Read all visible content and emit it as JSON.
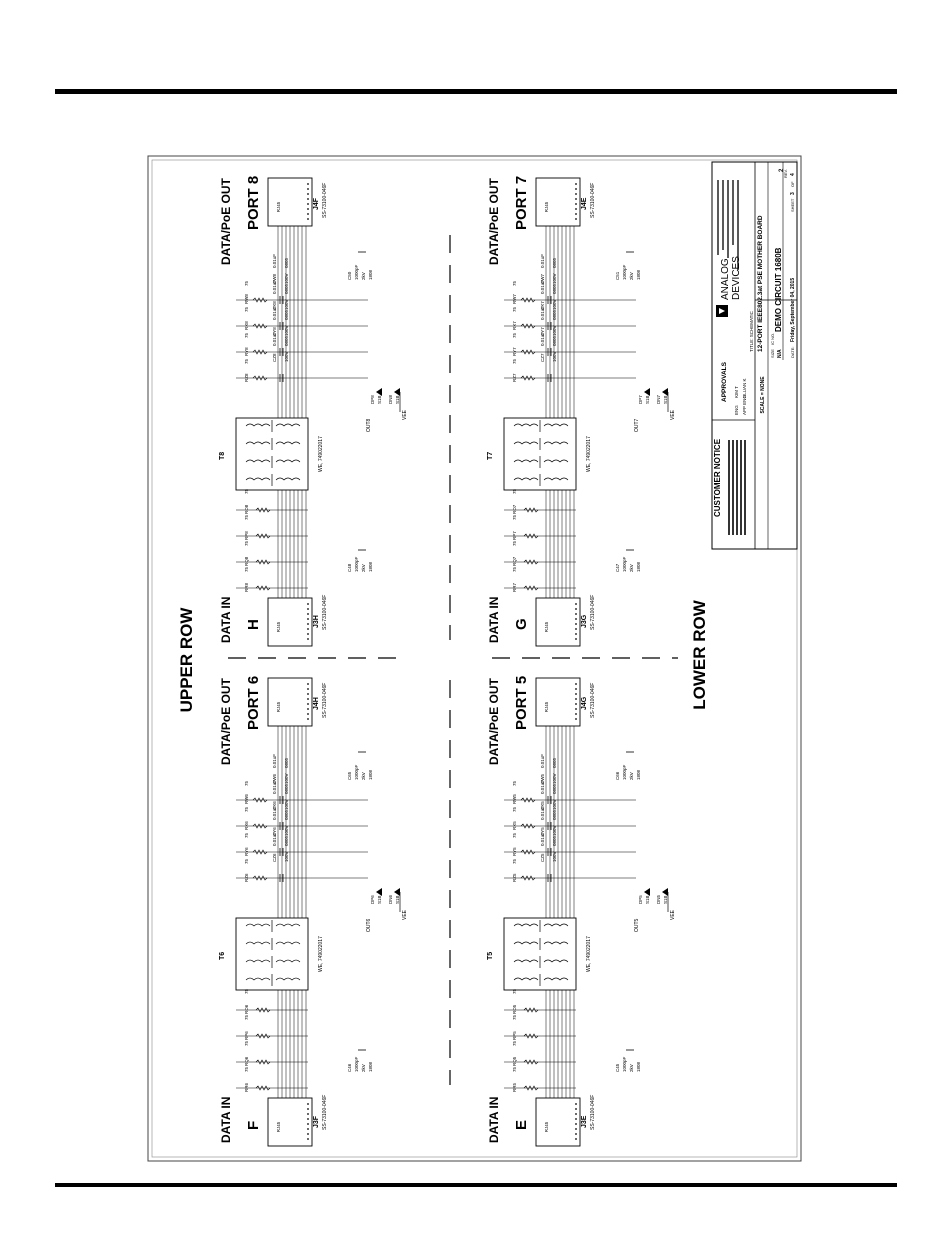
{
  "rows": {
    "upper": "UPPER ROW",
    "lower": "LOWER ROW"
  },
  "ports": [
    {
      "id": "p8",
      "port_label": "PORT 8",
      "connector": "J4F",
      "transformer": "T8",
      "input_label": "H",
      "input_connector": "J3H",
      "cap_top": "C50",
      "cap_bottom": "C48",
      "out_net": "OUT8",
      "diode_a": "DP8",
      "diode_b": "DN8",
      "term_r": [
        "RW8",
        "RX8",
        "RY8",
        "RZ8"
      ],
      "term_c": [
        "CW8",
        "CX8",
        "CY8",
        "CZ8"
      ],
      "in_r": [
        "RO8",
        "RP8",
        "RQ8",
        "RR8"
      ]
    },
    {
      "id": "p6",
      "port_label": "PORT 6",
      "connector": "J4H",
      "transformer": "T6",
      "input_label": "F",
      "input_connector": "J3F",
      "cap_top": "C65",
      "cap_bottom": "C46",
      "out_net": "OUT6",
      "diode_a": "DP6",
      "diode_b": "DN6",
      "term_r": [
        "RW6",
        "RX6",
        "RY6",
        "RZ6"
      ],
      "term_c": [
        "CW6",
        "CX6",
        "CY6",
        "CZ6"
      ],
      "in_r": [
        "RO6",
        "RP6",
        "RQ6",
        "RR6"
      ]
    },
    {
      "id": "p7",
      "port_label": "PORT 7",
      "connector": "J4E",
      "transformer": "T7",
      "input_label": "G",
      "input_connector": "J3G",
      "cap_top": "C51",
      "cap_bottom": "C47",
      "out_net": "OUT7",
      "diode_a": "DP7",
      "diode_b": "DN7",
      "term_r": [
        "RW7",
        "RX7",
        "RY7",
        "RZ7"
      ],
      "term_c": [
        "CW7",
        "CX7",
        "CY7",
        "CZ7"
      ],
      "in_r": [
        "RO7",
        "RP7",
        "RQ7",
        "RR7"
      ]
    },
    {
      "id": "p5",
      "port_label": "PORT 5",
      "connector": "J4G",
      "transformer": "T5",
      "input_label": "E",
      "input_connector": "J3E",
      "cap_top": "C66",
      "cap_bottom": "C45",
      "out_net": "OUT5",
      "diode_a": "DP5",
      "diode_b": "DN5",
      "term_r": [
        "RW5",
        "RX5",
        "RY5",
        "RZ5"
      ],
      "term_c": [
        "CW5",
        "CX5",
        "CY5",
        "CZ5"
      ],
      "in_r": [
        "RO5",
        "RP5",
        "RQ5",
        "RR5"
      ]
    }
  ],
  "common": {
    "data_poe_out": "DATA/PoE OUT",
    "data_in": "DATA IN",
    "rj45": "RJ45",
    "conn_part": "SS-73100-046F",
    "xfmr_part": "WE, 749022017",
    "res_value": "75",
    "cap_term_value": "0.01uF",
    "cap_term_volt": "100V",
    "cap_term_size": "0805",
    "cap_hv_value": "1000pF",
    "cap_hv_volt": "2kV",
    "cap_hv_size": "1808",
    "diode_part": "S1B",
    "vee": "VEE"
  },
  "title_block": {
    "customer_notice": "CUSTOMER NOTICE",
    "approvals": "APPROVALS",
    "company_line1": "ANALOG",
    "company_line2": "DEVICES",
    "title_label": "TITLE: SCHEMATIC",
    "board_title": "12-PORT IEEE802.3at PSE MOTHER BOARD",
    "size_label": "SIZE",
    "size_value": "N/A",
    "ic_label": "IC NO.",
    "demo_circuit": "DEMO CIRCUIT 1680B",
    "rev_label": "REV.",
    "rev_value": "2",
    "date_label": "DATE:",
    "date_value": "Friday, September 04, 2015",
    "sheet_label": "SHEET",
    "sheet_value": "3",
    "of_label": "OF",
    "sheet_total": "4",
    "scale": "SCALE = NONE",
    "eng_label": "ENG",
    "eng_value": "KIM T",
    "app_label": "APP ENG",
    "app_value": "DLUAN K"
  }
}
